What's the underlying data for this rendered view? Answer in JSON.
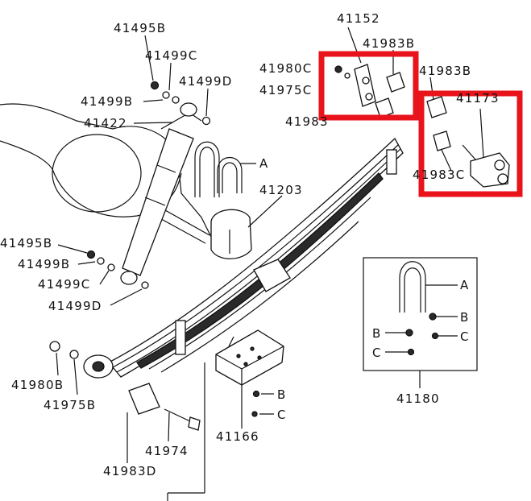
{
  "colors": {
    "highlight": "#e8131b",
    "ink": "#111111",
    "background": "#ffffff"
  },
  "labels": {
    "p41152": "41152",
    "p41983b_1": "41983B",
    "p41983b_2": "41983B",
    "p41980c": "41980C",
    "p41975c": "41975C",
    "p41983_partial": "41983",
    "p41173": "41173",
    "p41983c": "41983C",
    "p41495b_top": "41495B",
    "p41499c_top": "41499C",
    "p41499d_top": "41499D",
    "p41499b_top": "41499B",
    "p41422": "41422",
    "ref_a": "A",
    "p41203": "41203",
    "p41495b_mid": "41495B",
    "p41499b_mid": "41499B",
    "p41499c_mid": "41499C",
    "p41499d_mid": "41499D",
    "p41980b": "41980B",
    "p41975b": "41975B",
    "p41974": "41974",
    "p41983d": "41983D",
    "p41166": "41166",
    "ref_b_plate": "B",
    "ref_c_plate": "C",
    "p41180": "41180",
    "inset_a": "A",
    "inset_b_right": "B",
    "inset_b_left": "B",
    "inset_c_right": "C",
    "inset_c_left": "C"
  }
}
